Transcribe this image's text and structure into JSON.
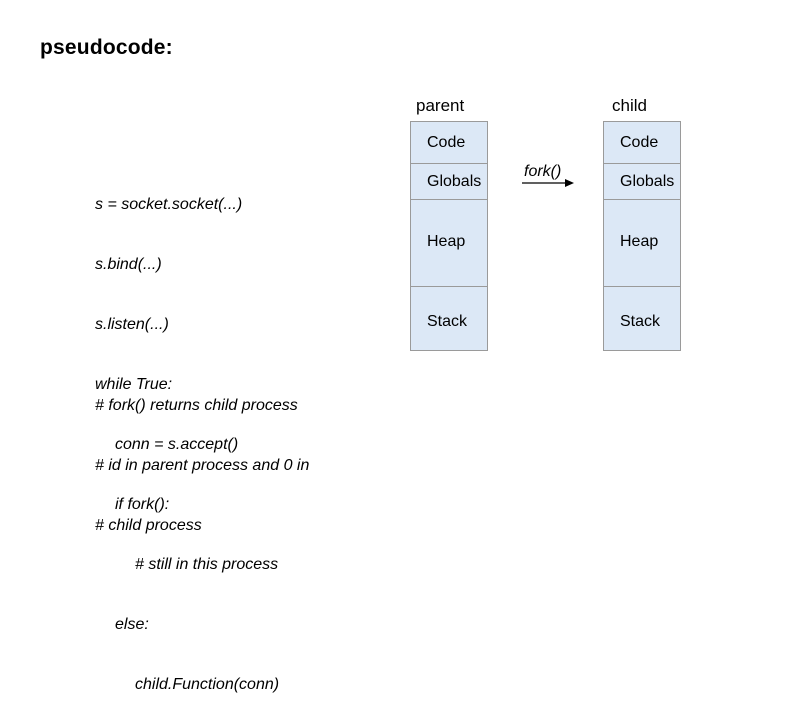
{
  "slide": {
    "title": "pseudocode:"
  },
  "code": {
    "lines": [
      "s = socket.socket(...)",
      "s.bind(...)",
      "s.listen(...)",
      "while True:",
      "conn = s.accept()",
      "if fork():",
      "# still in this process",
      "else:",
      "child.Function(conn)"
    ],
    "comments": [
      "# fork() returns child process",
      "# id in parent process and 0 in",
      "# child process"
    ]
  },
  "diagram": {
    "parent": {
      "label": "parent",
      "segments": [
        "Code",
        "Globals",
        "Heap",
        "Stack"
      ]
    },
    "child": {
      "label": "child",
      "segments": [
        "Code",
        "Globals",
        "Heap",
        "Stack"
      ]
    },
    "fork_label": "fork()",
    "colors": {
      "segment_fill": "#dce8f6",
      "segment_border": "#9a9a9a"
    }
  }
}
